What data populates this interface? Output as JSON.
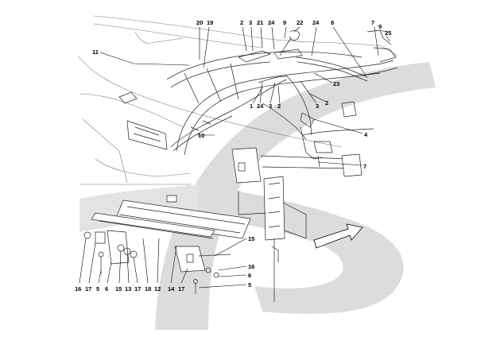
{
  "diagram": {
    "watermark_color": "#d9d9d9",
    "ink_color": "#000000",
    "callouts": {
      "c20": "20",
      "c19": "19",
      "c2_top": "2",
      "c3_top": "3",
      "c21": "21",
      "c24_top": "24",
      "c9_top": "9",
      "c22": "22",
      "c24_mid": "24",
      "c8": "8",
      "c7_top": "7",
      "c9_right": "9",
      "c25": "25",
      "c11": "11",
      "c23": "23",
      "c1": "1",
      "c24_low": "24",
      "c3_low": "3",
      "c2_low": "2",
      "c3_right": "3",
      "c2_right": "2",
      "c4": "4",
      "c10": "10",
      "c7_mid": "7",
      "c15_right": "15",
      "c16_right": "16",
      "c6_right": "6",
      "c5_right": "5",
      "b16": "16",
      "b17": "17",
      "b5": "5",
      "b6": "6",
      "b15": "15",
      "b13": "13",
      "b17b": "17",
      "b18": "18",
      "b12": "12",
      "b14": "14",
      "b17c": "17"
    }
  }
}
